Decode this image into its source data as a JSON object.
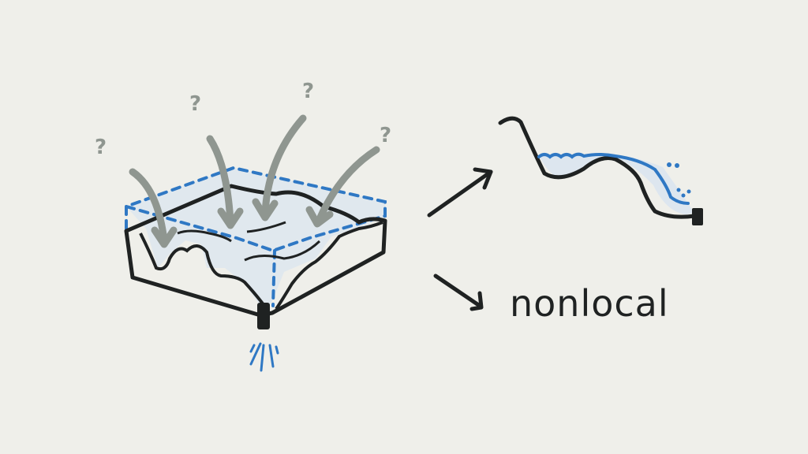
{
  "diagram": {
    "background_color": "#efefea",
    "ink_color": "#1f2222",
    "water_color": "#2f78c4",
    "water_fill_color": "#dde6ef",
    "arrow_gray_color": "#8f9690",
    "left_figure": {
      "description": "3D terrain block with water pooling, drain at bottom corner, gray arrows from question marks",
      "question_marks": [
        "?",
        "?",
        "?",
        "?"
      ]
    },
    "upper_branch": {
      "description": "cross-section profile of water spilling over a ridge into drain"
    },
    "lower_branch": {
      "label": "nonlocal"
    }
  }
}
